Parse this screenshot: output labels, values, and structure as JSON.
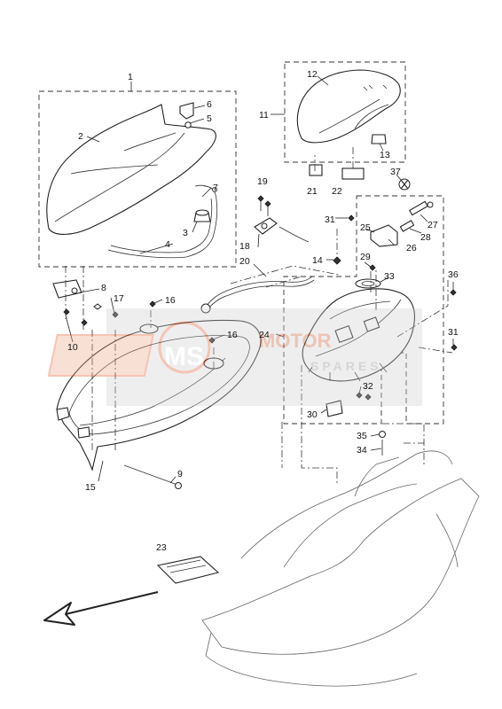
{
  "diagram": {
    "callouts": [
      "1",
      "2",
      "3",
      "4",
      "5",
      "6",
      "7",
      "8",
      "9",
      "10",
      "11",
      "12",
      "13",
      "14",
      "15",
      "16",
      "16",
      "17",
      "18",
      "19",
      "20",
      "21",
      "22",
      "23",
      "24",
      "25",
      "26",
      "27",
      "28",
      "29",
      "30",
      "31",
      "31",
      "32",
      "33",
      "34",
      "35",
      "36",
      "37"
    ]
  },
  "watermark": {
    "brand": "MOTOR",
    "brand_suffix": "SPARES",
    "logo_text": "MS",
    "brand_color": "#e05a2a"
  }
}
